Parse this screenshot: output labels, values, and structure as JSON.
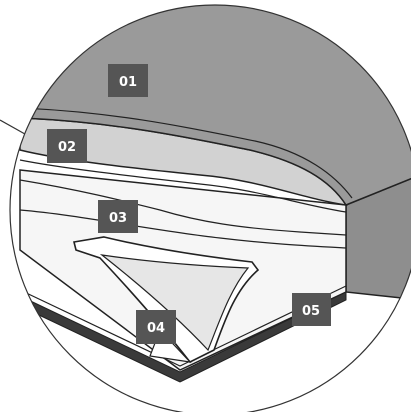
{
  "diagram": {
    "labels": [
      {
        "id": "01",
        "text": "01"
      },
      {
        "id": "02",
        "text": "02"
      },
      {
        "id": "03",
        "text": "03"
      },
      {
        "id": "04",
        "text": "04"
      },
      {
        "id": "05",
        "text": "05"
      }
    ],
    "colors": {
      "layer_01": "#9a9a9a",
      "layer_02": "#d2d2d2",
      "layer_03": "#f6f6f6",
      "side_face": "#8e8e8e",
      "base": "#3a3a3a",
      "label_bg": "#555555",
      "label_text": "#ffffff",
      "outline": "#222222"
    }
  }
}
